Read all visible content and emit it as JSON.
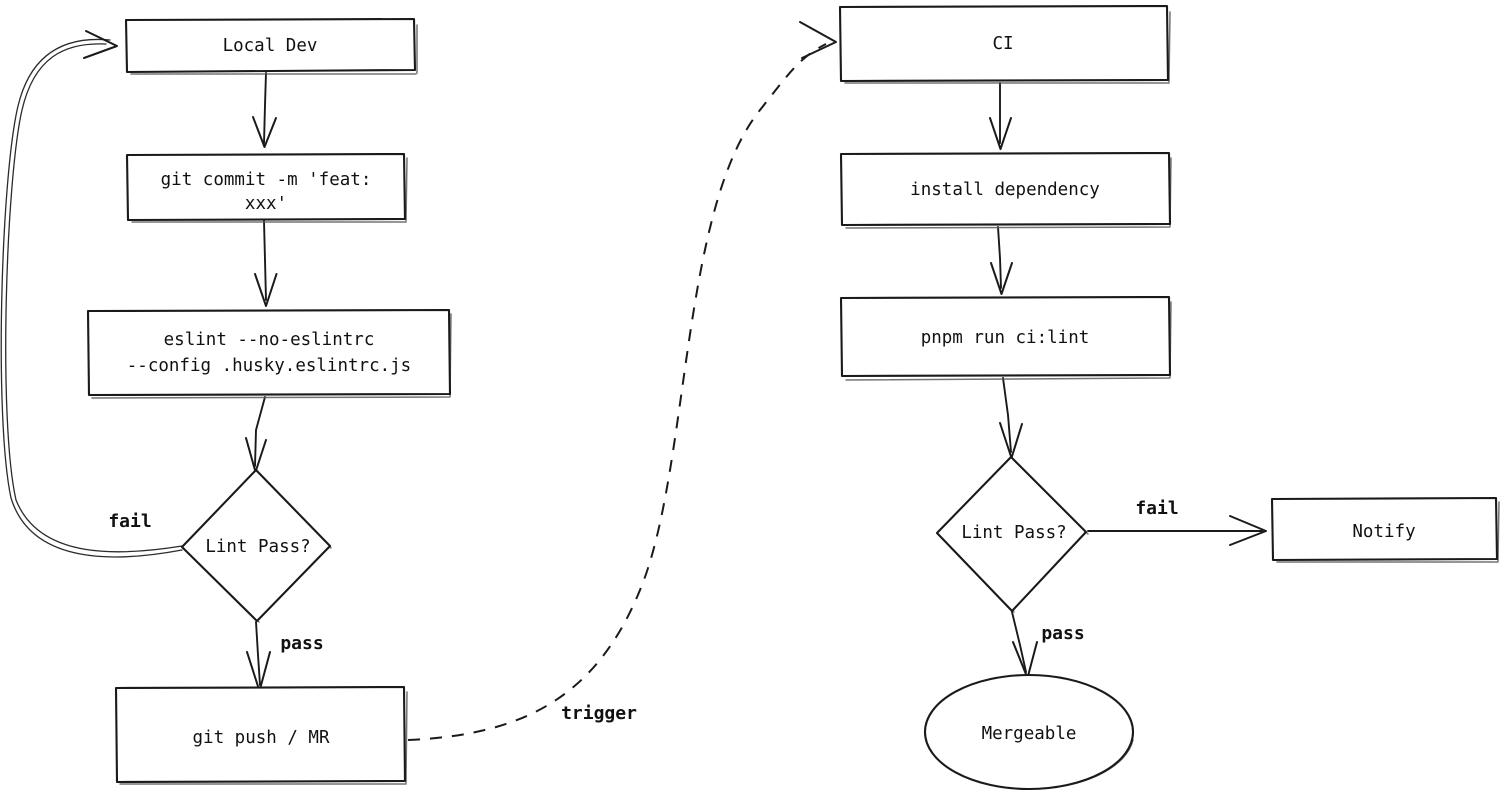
{
  "diagram": {
    "type": "flowchart",
    "style": "hand-drawn",
    "background": "#ffffff",
    "stroke_color": "#1a1a1a",
    "text_color": "#111111",
    "nodes": [
      {
        "id": "local_dev",
        "label": "Local Dev",
        "shape": "rect"
      },
      {
        "id": "git_commit",
        "label_line1": "git commit -m 'feat:",
        "label_line2": "xxx'",
        "shape": "rect"
      },
      {
        "id": "eslint",
        "label_line1": "eslint --no-eslintrc",
        "label_line2": "--config .husky.eslintrc.js",
        "shape": "rect"
      },
      {
        "id": "lint_local",
        "label": "Lint Pass?",
        "shape": "diamond"
      },
      {
        "id": "git_push",
        "label": "git push / MR",
        "shape": "rect"
      },
      {
        "id": "ci",
        "label": "CI",
        "shape": "rect"
      },
      {
        "id": "install_dep",
        "label": "install dependency",
        "shape": "rect"
      },
      {
        "id": "pnpm_lint",
        "label": "pnpm run ci:lint",
        "shape": "rect"
      },
      {
        "id": "lint_ci",
        "label": "Lint Pass?",
        "shape": "diamond"
      },
      {
        "id": "notify",
        "label": "Notify",
        "shape": "rect"
      },
      {
        "id": "mergeable",
        "label": "Mergeable",
        "shape": "ellipse"
      }
    ],
    "edge_labels": {
      "local_fail": "fail",
      "local_pass": "pass",
      "trigger": "trigger",
      "ci_fail": "fail",
      "ci_pass": "pass"
    }
  }
}
